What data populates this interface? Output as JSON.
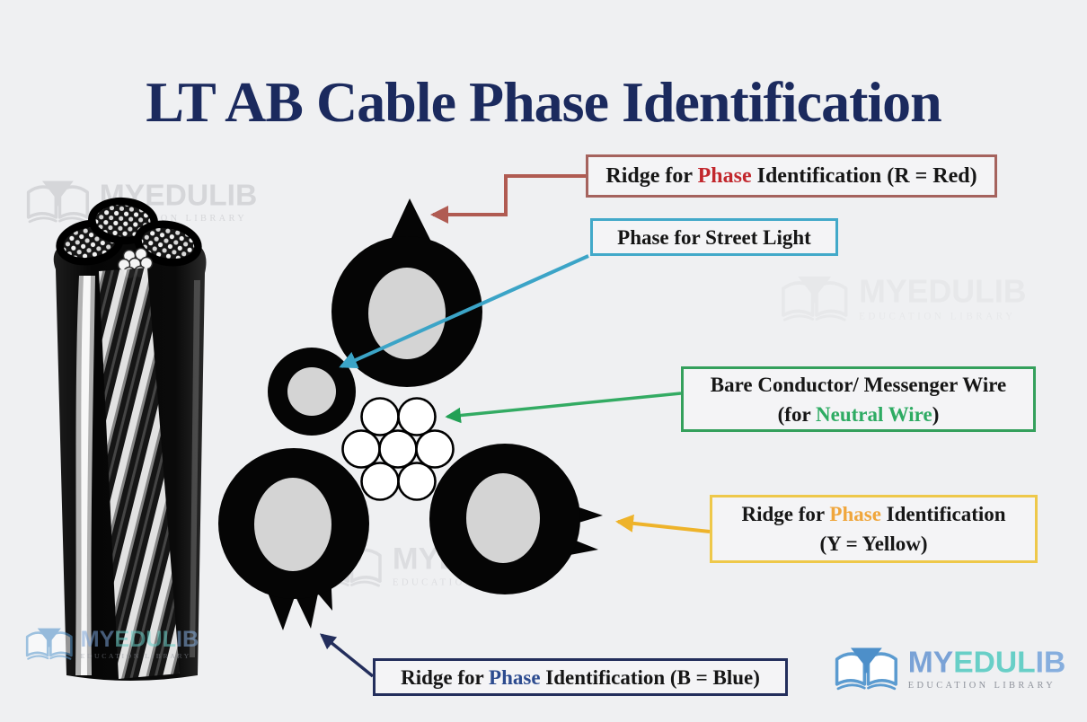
{
  "title": "LT AB Cable Phase Identification",
  "callouts": {
    "red": {
      "pre": "Ridge for ",
      "highlight": "Phase",
      "post": " Identification (R = Red)"
    },
    "street_light": {
      "text": "Phase for Street Light"
    },
    "messenger": {
      "line1": "Bare Conductor/ Messenger Wire",
      "line2_pre": "(for ",
      "line2_highlight": "Neutral Wire",
      "line2_post": ")"
    },
    "yellow": {
      "line1_pre": "Ridge for ",
      "line1_highlight": "Phase",
      "line1_post": " Identification",
      "line2": "(Y = Yellow)"
    },
    "blue": {
      "pre": "Ridge for ",
      "highlight": "Phase",
      "post": " Identification (B = Blue)"
    }
  },
  "logo": {
    "brand_1": "MY",
    "brand_2": "EDUL",
    "brand_3": "IB",
    "tagline": "EDUCATION LIBRARY"
  },
  "colors": {
    "background": "#eff0f2",
    "title_navy": "#1b2a5e",
    "cable_black": "#050505",
    "conductor_gray": "#d4d4d4",
    "red_border": "#a5635e",
    "red_accent": "#c2272d",
    "streetlight_blue": "#42a9c9",
    "green_border": "#34a05c",
    "green_accent": "#2eab63",
    "yellow_border": "#eec84a",
    "yellow_accent": "#f0a63c",
    "navy_border": "#232e5c",
    "navy_accent": "#2c4b8f",
    "brand_blue": "#7aa2d6",
    "brand_teal": "#68cfc7"
  }
}
